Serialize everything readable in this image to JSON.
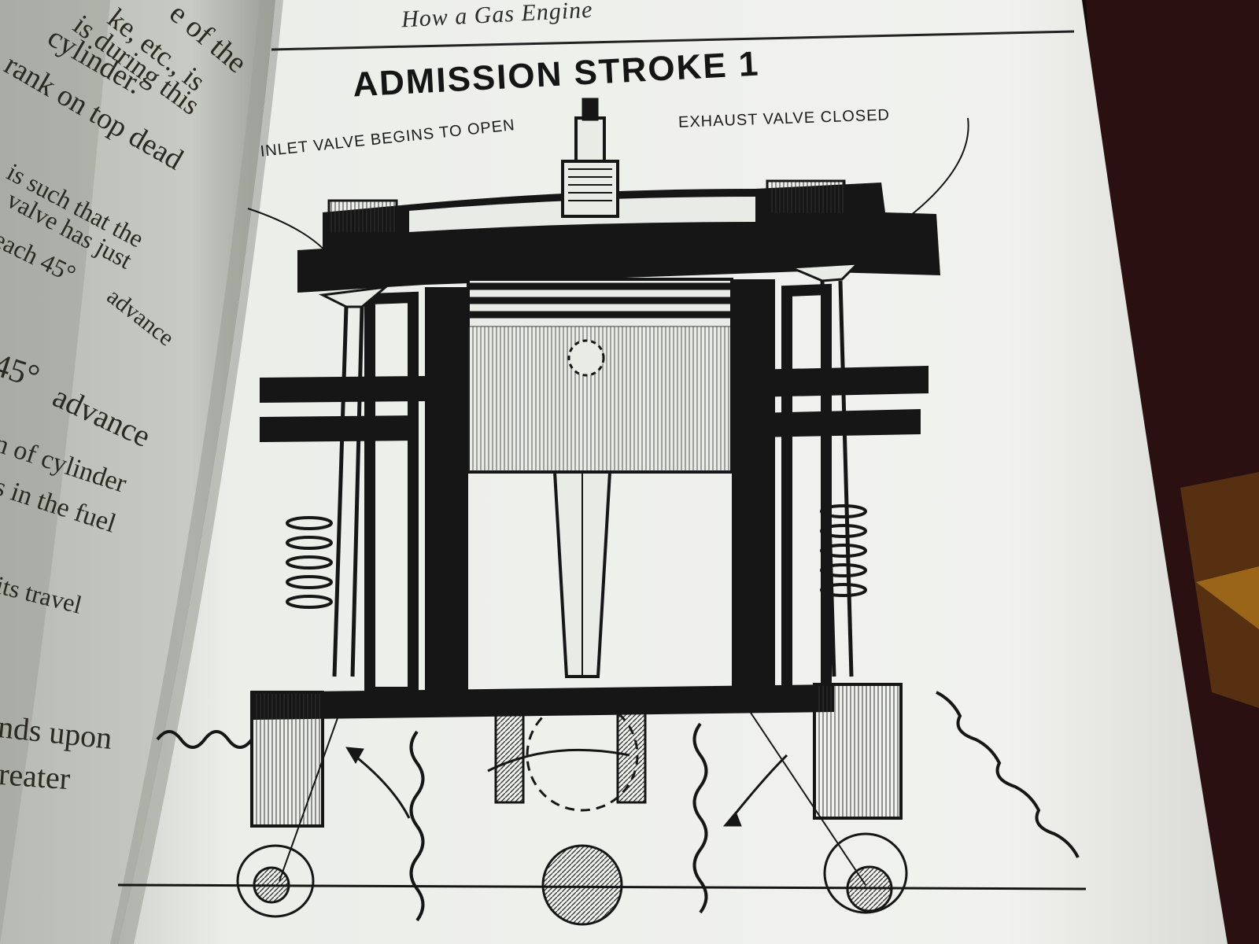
{
  "book": {
    "running_header": "How a Gas Engine",
    "figure_title": "ADMISSION STROKE 1",
    "labels": {
      "inlet_valve": "INLET VALVE BEGINS TO OPEN",
      "exhaust_valve": "EXHAUST VALVE CLOSED"
    },
    "left_page_lines": [
      "e of the",
      "ke, etc., is",
      "is during this",
      "cylinder.",
      "rank on top dead",
      "is such that the",
      "valve has just",
      "each 45°",
      "advance",
      "45°",
      "advance",
      "n of cylinder",
      "s in the fuel",
      "its travel",
      "nds upon",
      "reater"
    ]
  },
  "colors": {
    "background": "#1a0e0c",
    "page": "#e9ebe6",
    "ink": "#151515"
  }
}
